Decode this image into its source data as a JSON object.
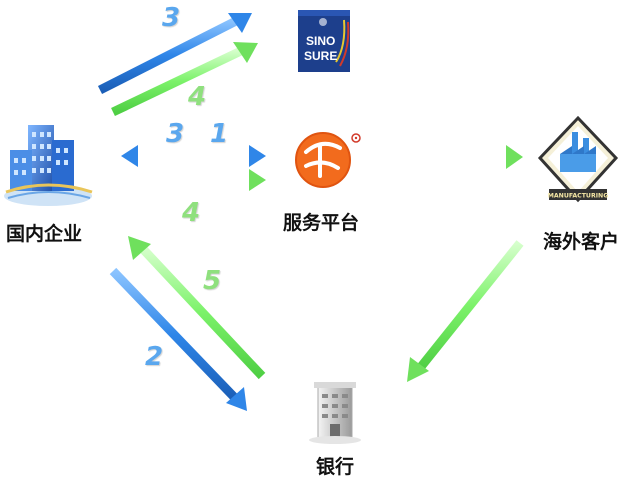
{
  "nodes": {
    "domestic_company": "国内企业",
    "service_platform": "服务平台",
    "overseas_client": "海外客户",
    "bank": "银行",
    "sinosure_logo_line1": "SINO",
    "sinosure_logo_line2": "SURE",
    "manufacturing_sign": "MANUFACTURING"
  },
  "steps": {
    "s1": "1",
    "s2": "2",
    "s3_top": "3",
    "s3_mid": "3",
    "s4_top": "4",
    "s4_mid": "4",
    "s5": "5"
  },
  "colors": {
    "blue_arrow": "#2f86e8",
    "green_arrow": "#7cf26a",
    "blue_label": "#5aa7ee",
    "green_label": "#8fe07e"
  }
}
